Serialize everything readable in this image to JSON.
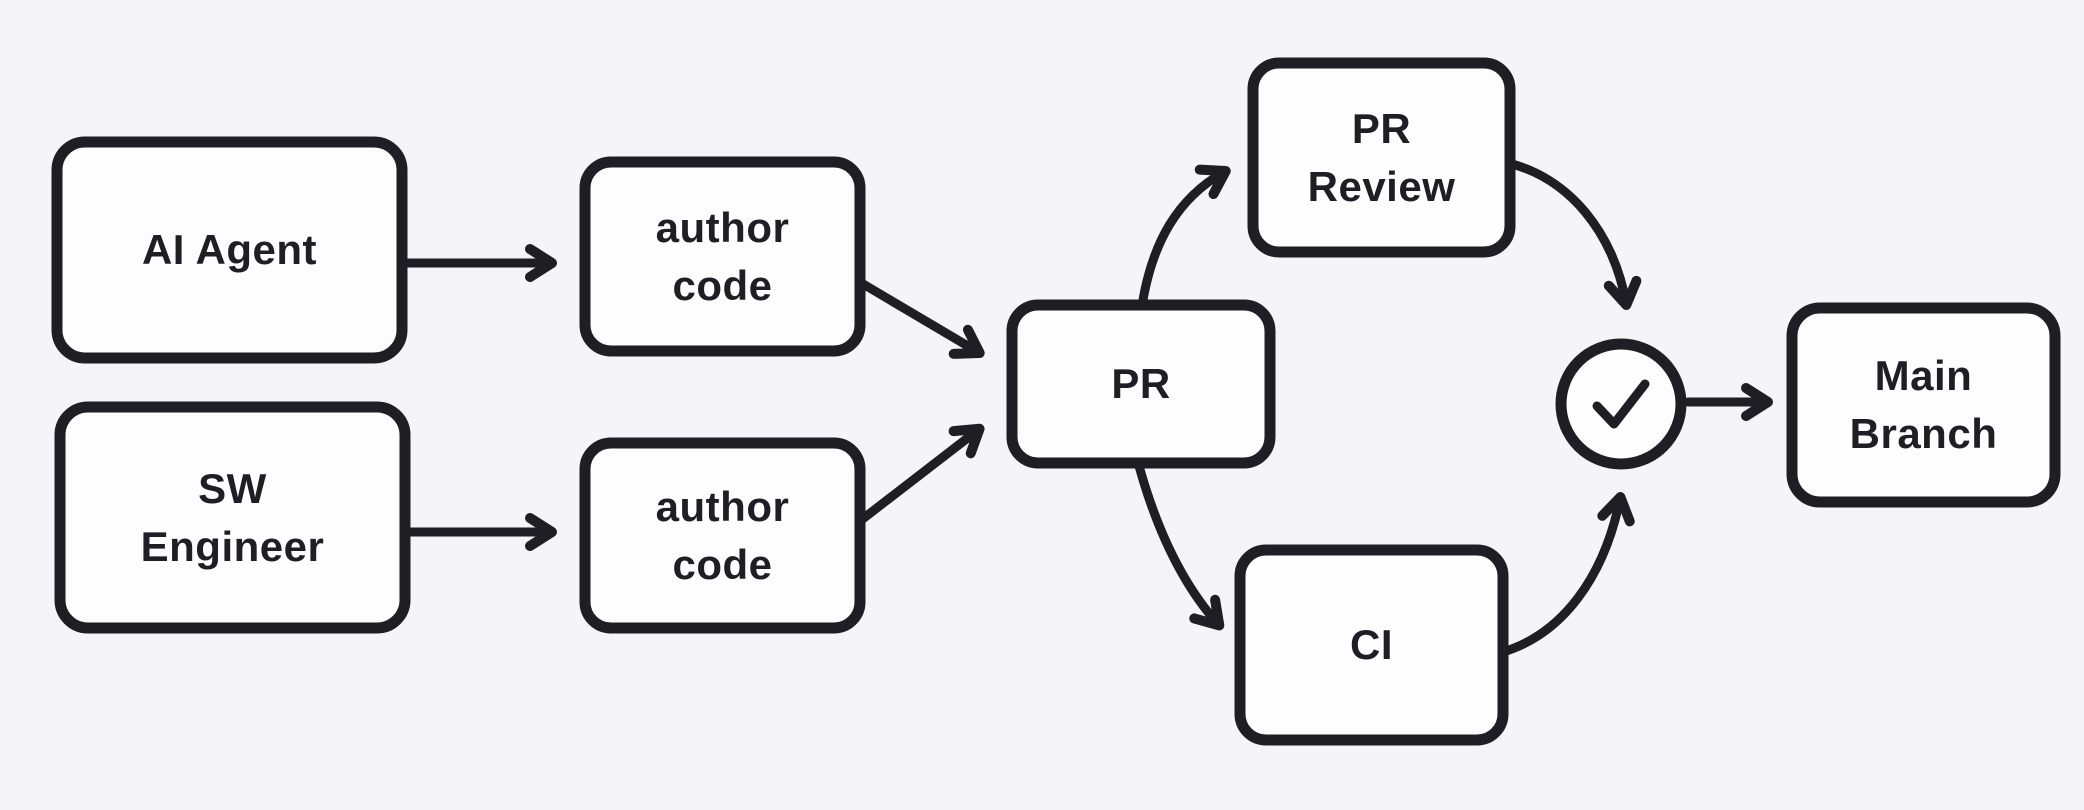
{
  "diagram": {
    "colors": {
      "background": "#f5f5f9",
      "node_fill": "#fdfdfe",
      "stroke": "#1e1e24",
      "blue": "#4a6bf0",
      "green": "#129e68",
      "text": "#1e1e24"
    },
    "nodes": [
      {
        "id": "ai-agent",
        "lines": [
          "AI Agent"
        ],
        "border": "#1e1e24"
      },
      {
        "id": "sw-engineer",
        "lines": [
          "SW",
          "Engineer"
        ],
        "border": "#1e1e24"
      },
      {
        "id": "author-code-1",
        "lines": [
          "author",
          "code"
        ],
        "border": "#4a6bf0"
      },
      {
        "id": "author-code-2",
        "lines": [
          "author",
          "code"
        ],
        "border": "#4a6bf0"
      },
      {
        "id": "pr",
        "lines": [
          "PR"
        ],
        "border": "#1e1e24"
      },
      {
        "id": "pr-review",
        "lines": [
          "PR",
          "Review"
        ],
        "border": "#129e68"
      },
      {
        "id": "ci",
        "lines": [
          "CI"
        ],
        "border": "#129e68"
      },
      {
        "id": "main-branch",
        "lines": [
          "Main",
          "Branch"
        ],
        "border": "#1e1e24"
      },
      {
        "id": "check",
        "lines": [],
        "border": "#129e68",
        "icon": "check-icon"
      }
    ],
    "edges": [
      {
        "from": "ai-agent",
        "to": "author-code-1"
      },
      {
        "from": "sw-engineer",
        "to": "author-code-2"
      },
      {
        "from": "author-code-1",
        "to": "pr"
      },
      {
        "from": "author-code-2",
        "to": "pr"
      },
      {
        "from": "pr",
        "to": "pr-review"
      },
      {
        "from": "pr",
        "to": "ci"
      },
      {
        "from": "pr-review",
        "to": "check"
      },
      {
        "from": "ci",
        "to": "check"
      },
      {
        "from": "check",
        "to": "main-branch"
      }
    ]
  }
}
